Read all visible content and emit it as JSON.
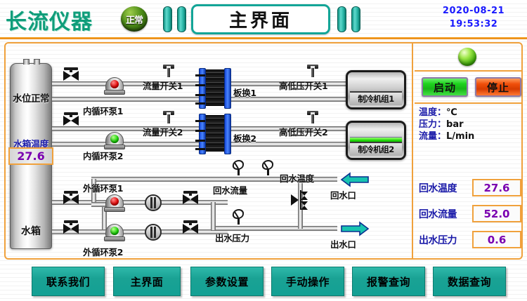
{
  "header": {
    "brand": "长流仪器",
    "status_badge": "正常",
    "page_title": "主界面",
    "date": "2020-08-21",
    "time": "19:53:32"
  },
  "tank": {
    "level_status": "水位正常",
    "name": "水箱",
    "temp_label": "水箱温度",
    "temp_value": "27.6"
  },
  "circuits": {
    "inner_pump_1": "内循环泵1",
    "inner_pump_2": "内循环泵2",
    "outer_pump_1": "外循环泵1",
    "outer_pump_2": "外循环泵2",
    "flow_switch_1": "流量开关1",
    "flow_switch_2": "流量开关2",
    "heat_exchanger_1": "板换1",
    "heat_exchanger_2": "板换2",
    "hl_pressure_switch_1": "高低压开关1",
    "hl_pressure_switch_2": "高低压开关2",
    "chiller_1": "制冷机组1",
    "chiller_2": "制冷机组2"
  },
  "water": {
    "return_temp_label": "回水温度",
    "return_flow_label": "回水流量",
    "outlet_pressure_label": "出水压力",
    "return_port": "回水口",
    "outlet_port": "出水口"
  },
  "controls": {
    "start": "启动",
    "stop": "停止"
  },
  "units": {
    "temperature": "温度：",
    "temperature_unit": "℃",
    "pressure": "压力：",
    "pressure_unit": "bar",
    "flow": "流量：",
    "flow_unit": "L/min"
  },
  "readouts": [
    {
      "label": "回水温度",
      "value": "27.6"
    },
    {
      "label": "回水流量",
      "value": "52.0"
    },
    {
      "label": "出水压力",
      "value": "0.6"
    }
  ],
  "nav": [
    {
      "label": "联系我们"
    },
    {
      "label": "主界面"
    },
    {
      "label": "参数设置"
    },
    {
      "label": "手动操作"
    },
    {
      "label": "报警查询"
    },
    {
      "label": "数据查询"
    }
  ],
  "colors": {
    "brand_green": "#0f9d7a",
    "accent_orange": "#f0a13c",
    "value_purple": "#7a00b0",
    "label_blue": "#1a1aa8",
    "nav_teal": "#1aa294",
    "run_green": "#1ed41e",
    "stop_red": "#f04f0a"
  }
}
